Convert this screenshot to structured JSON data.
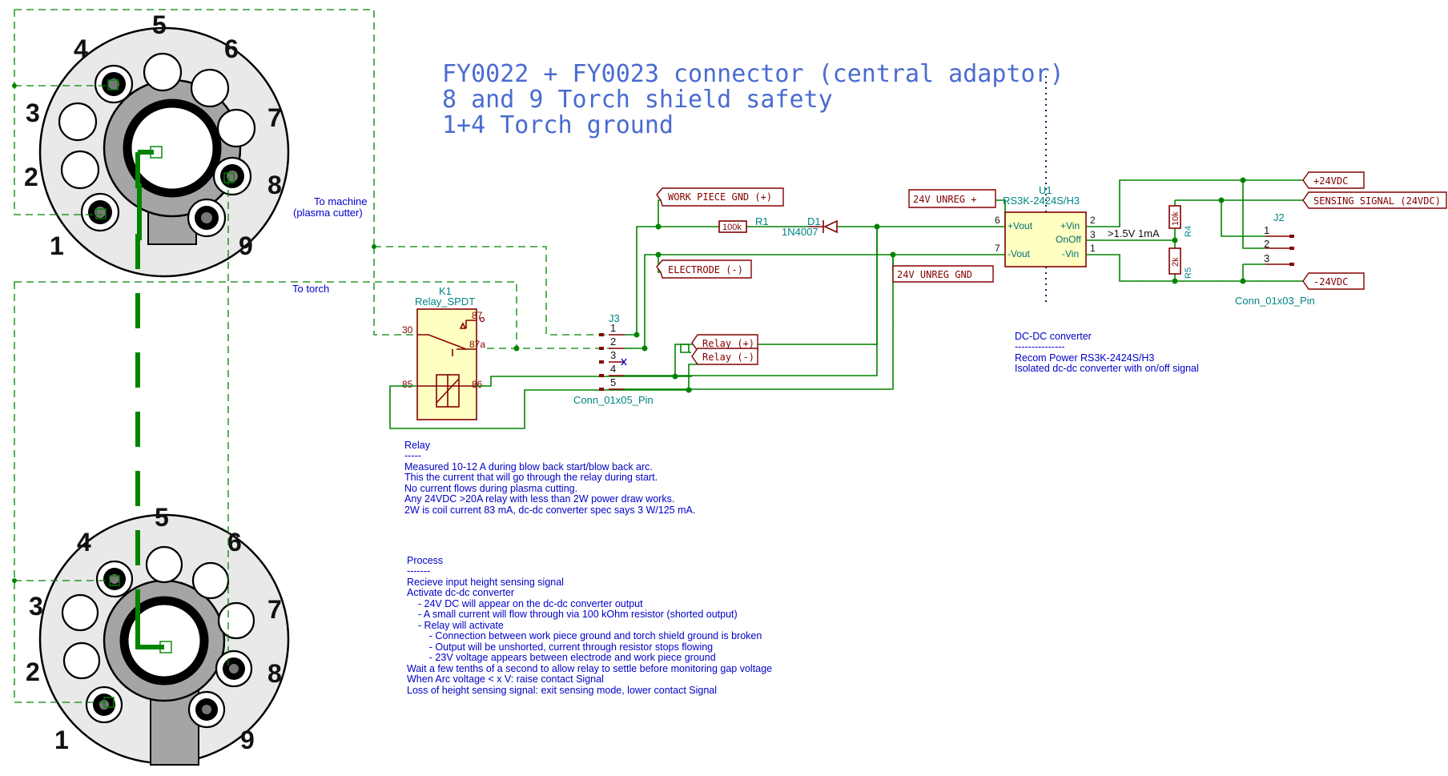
{
  "title_block": {
    "line1": "FY0022 + FY0023 connector (central adaptor)",
    "line2": "8 and 9 Torch shield safety",
    "line3": "1+4 Torch ground"
  },
  "connectors": {
    "top_pins": [
      "1",
      "2",
      "3",
      "4",
      "5",
      "6",
      "7",
      "8",
      "9"
    ],
    "bottom_pins": [
      "1",
      "2",
      "3",
      "4",
      "5",
      "6",
      "7",
      "8",
      "9"
    ]
  },
  "wire_labels": {
    "to_machine_1": "To machine",
    "to_machine_2": "(plasma cutter)",
    "to_torch": "To torch"
  },
  "relay": {
    "ref": "K1",
    "value": "Relay_SPDT",
    "pin_30": "30",
    "pin_87": "87",
    "pin_87a": "87a",
    "pin_85": "85",
    "pin_86": "86"
  },
  "j3": {
    "ref": "J3",
    "value": "Conn_01x05_Pin",
    "pins": [
      "1",
      "2",
      "3",
      "4",
      "5"
    ]
  },
  "r1": {
    "ref": "R1",
    "value": "100k"
  },
  "d1": {
    "ref": "D1",
    "value": "1N4007"
  },
  "u1": {
    "ref": "U1",
    "value": "RS3K-2424S/H3",
    "pin_vout_plus": "+Vout",
    "pin_vout_minus": "-Vout",
    "pin_vin_plus": "+Vin",
    "pin_onoff": "OnOff",
    "pin_vin_minus": "-Vin",
    "pin6": "6",
    "pin7": "7",
    "pin2": "2",
    "pin3": "3",
    "pin1": "1"
  },
  "r4": {
    "ref": "R4",
    "value": "10k"
  },
  "r5": {
    "ref": "R5",
    "value": "2k"
  },
  "j2": {
    "ref": "J2",
    "value": "Conn_01x03_Pin",
    "pins": [
      "1",
      "2",
      "3"
    ]
  },
  "net_labels": {
    "work_piece_gnd": "WORK PIECE GND (+)",
    "electrode": "ELECTRODE (-)",
    "unreg_plus": "24V UNREG +",
    "unreg_gnd": "24V UNREG GND",
    "plus_24vdc": "+24VDC",
    "sensing_signal": "SENSING SIGNAL (24VDC)",
    "minus_24vdc": "-24VDC",
    "relay_plus": "Relay (+)",
    "relay_minus": "Relay (-)",
    "onoff_note": ">1.5V 1mA"
  },
  "notes": {
    "relay": {
      "heading": "Relay",
      "rule": "-----",
      "lines": [
        "Measured 10-12 A during blow back start/blow back arc.",
        "This the current that will go through the relay during start.",
        "No current flows during plasma cutting.",
        "Any 24VDC >20A relay with less than 2W power draw works.",
        "2W is coil current 83 mA, dc-dc converter spec says 3 W/125 mA."
      ]
    },
    "dcdc": {
      "heading": "DC-DC converter",
      "rule": "---------------",
      "lines": [
        "Recom Power RS3K-2424S/H3",
        "Isolated dc-dc converter with on/off signal"
      ]
    },
    "process": {
      "heading": "Process",
      "rule": "-------",
      "lines": [
        "Recieve input height sensing signal",
        "Activate dc-dc converter",
        "    - 24V DC will appear on the dc-dc converter output",
        "    - A small current will flow through via 100 kOhm resistor (shorted output)",
        "    - Relay will activate",
        "        - Connection between work piece ground and torch shield ground is broken",
        "        - Output will be unshorted, current through resistor stops flowing",
        "        - 23V voltage appears between electrode and work piece ground",
        "Wait a few tenths of a second to allow relay to settle before monitoring gap voltage",
        "When Arc voltage < x V: raise contact Signal",
        "Loss of height sensing signal: exit sensing mode, lower contact Signal"
      ]
    }
  }
}
